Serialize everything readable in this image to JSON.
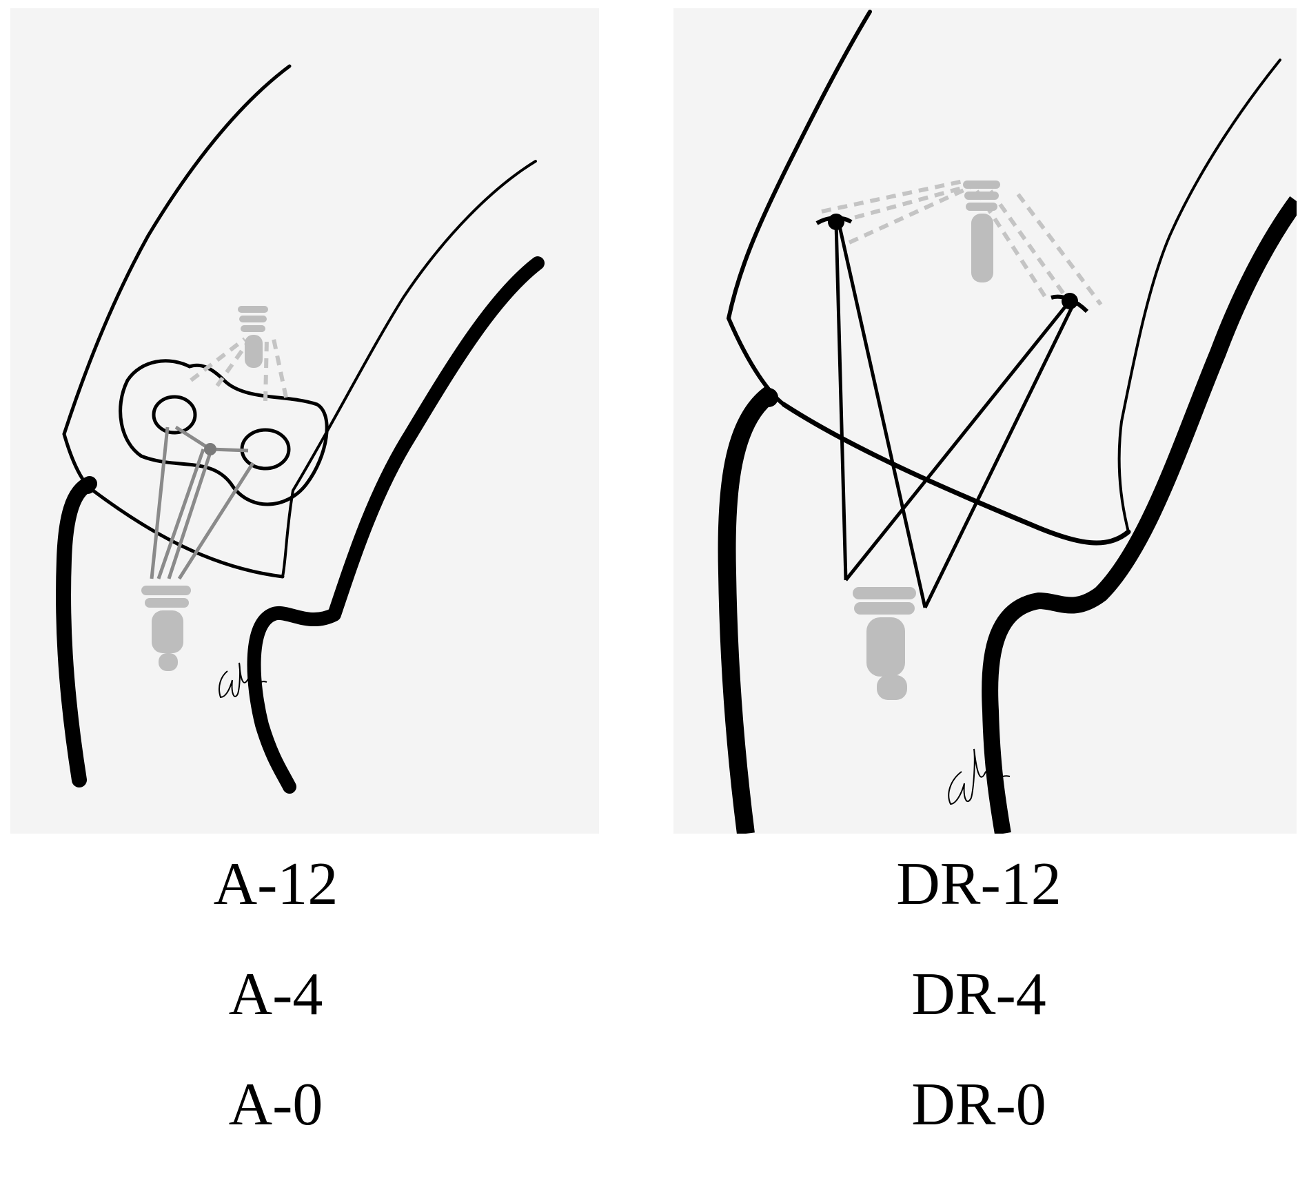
{
  "panels": [
    {
      "id": "left",
      "labels": [
        "A-12",
        "A-4",
        "A-0"
      ]
    },
    {
      "id": "right",
      "labels": [
        "DR-12",
        "DR-4",
        "DR-0"
      ]
    }
  ],
  "colors": {
    "ink": "#000000",
    "gray_line": "#8a8a8a",
    "gray_implant": "#bdbdbd",
    "dashed": "#c4c4c4",
    "background": "#f4f4f4"
  }
}
